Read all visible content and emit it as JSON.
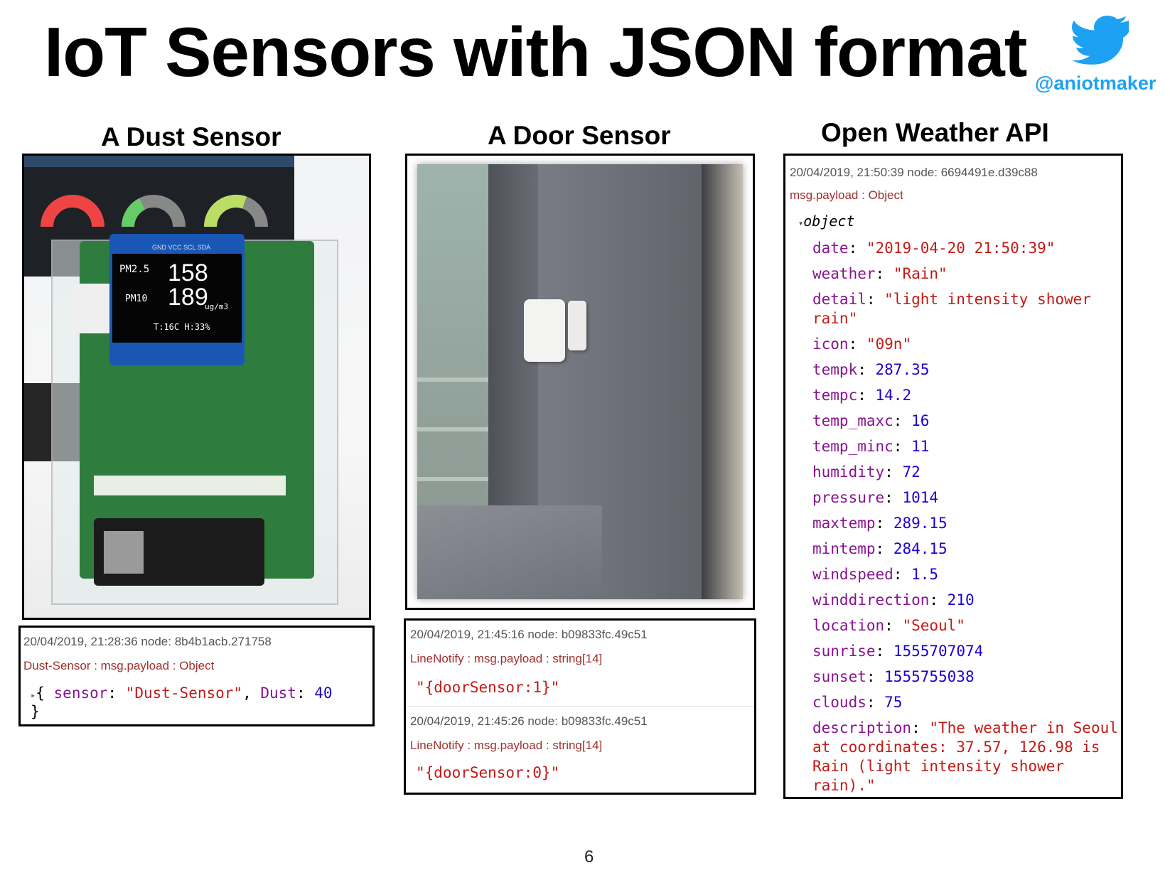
{
  "slide": {
    "title": "IoT Sensors with JSON format",
    "twitter_handle": "@aniotmaker",
    "page_number": "6"
  },
  "dust": {
    "heading": "A Dust Sensor",
    "photo_labels": {
      "pm25_label": "PM2.5",
      "pm25_value": "158",
      "pm10_label": "PM10",
      "pm10_value": "189",
      "unit": "ug/m3",
      "temp_hum": "T:16C H:33%",
      "pins": "GND VCC SCL SDA"
    },
    "log": {
      "meta": "20/04/2019, 21:28:36   node: 8b4b1acb.271758",
      "topic": "Dust-Sensor : msg.payload : Object",
      "open": "{ ",
      "key1": "sensor",
      "val1": "\"Dust-Sensor\"",
      "key2": "Dust",
      "val2": "40",
      "close": "}"
    }
  },
  "door": {
    "heading": "A Door Sensor",
    "logs": [
      {
        "meta": "20/04/2019, 21:45:16   node: b09833fc.49c51",
        "topic": "LineNotify : msg.payload : string[14]",
        "value": "\"{doorSensor:1}\""
      },
      {
        "meta": "20/04/2019, 21:45:26   node: b09833fc.49c51",
        "topic": "LineNotify : msg.payload : string[14]",
        "value": "\"{doorSensor:0}\""
      }
    ]
  },
  "weather": {
    "heading": "Open Weather API",
    "meta": "20/04/2019, 21:50:39   node: 6694491e.d39c88",
    "topic": "msg.payload : Object",
    "object_label": "object",
    "fields": {
      "date": {
        "k": "date",
        "v": "\"2019-04-20 21:50:39\""
      },
      "weather": {
        "k": "weather",
        "v": "\"Rain\""
      },
      "detail": {
        "k": "detail",
        "v1": "\"light intensity shower",
        "v2": "rain\""
      },
      "icon": {
        "k": "icon",
        "v": "\"09n\""
      },
      "tempk": {
        "k": "tempk",
        "v": "287.35"
      },
      "tempc": {
        "k": "tempc",
        "v": "14.2"
      },
      "temp_maxc": {
        "k": "temp_maxc",
        "v": "16"
      },
      "temp_minc": {
        "k": "temp_minc",
        "v": "11"
      },
      "humidity": {
        "k": "humidity",
        "v": "72"
      },
      "pressure": {
        "k": "pressure",
        "v": "1014"
      },
      "maxtemp": {
        "k": "maxtemp",
        "v": "289.15"
      },
      "mintemp": {
        "k": "mintemp",
        "v": "284.15"
      },
      "windspeed": {
        "k": "windspeed",
        "v": "1.5"
      },
      "winddirection": {
        "k": "winddirection",
        "v": "210"
      },
      "location": {
        "k": "location",
        "v": "\"Seoul\""
      },
      "sunrise": {
        "k": "sunrise",
        "v": "1555707074"
      },
      "sunset": {
        "k": "sunset",
        "v": "1555755038"
      },
      "clouds": {
        "k": "clouds",
        "v": "75"
      },
      "description": {
        "k": "description",
        "v1": "\"The weather in Seoul",
        "v2": "at coordinates: 37.57, 126.98 is",
        "v3": "Rain (light intensity shower",
        "v4": "rain).\""
      }
    }
  }
}
